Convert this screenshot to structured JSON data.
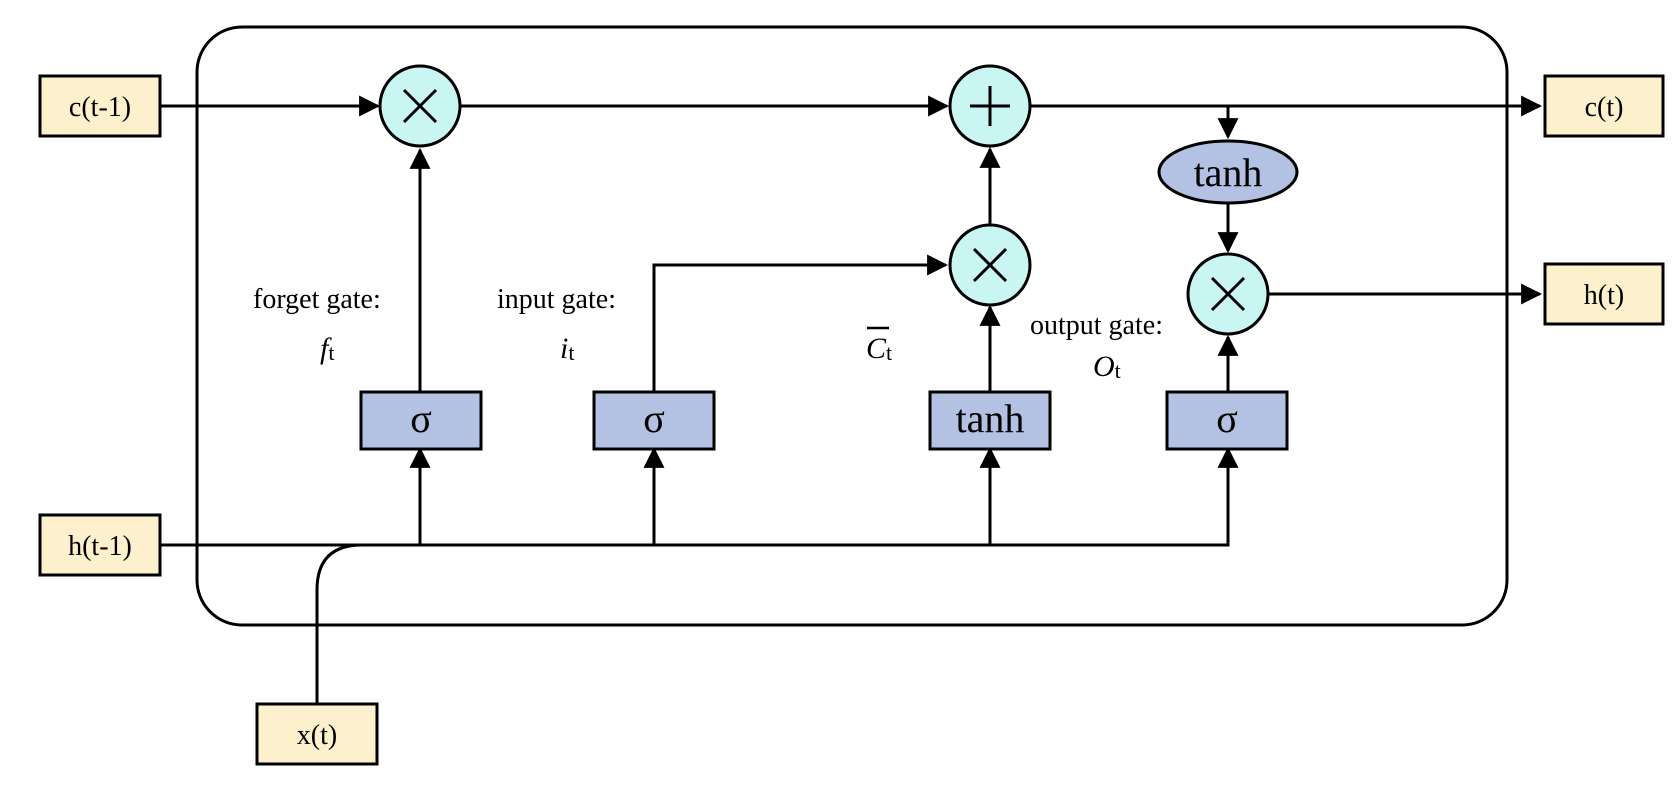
{
  "inputs": {
    "c_prev": "c(t-1)",
    "h_prev": "h(t-1)",
    "x": "x(t)"
  },
  "outputs": {
    "c": "c(t)",
    "h": "h(t)"
  },
  "gates": {
    "forget": {
      "caption": "forget gate:",
      "symbol": "f",
      "subscript": "t",
      "activation": "σ"
    },
    "input": {
      "caption": "input gate:",
      "symbol": "i",
      "subscript": "t",
      "activation": "σ"
    },
    "candidate": {
      "symbol": "C",
      "subscript": "t",
      "activation": "tanh"
    },
    "output": {
      "caption": "output gate:",
      "symbol": "O",
      "subscript": "t",
      "activation": "σ"
    }
  },
  "cell_activation": "tanh",
  "operators": {
    "multiply_icon": "multiply-icon",
    "add_icon": "plus-icon"
  },
  "colors": {
    "io_fill": "#fdf0cc",
    "gate_fill": "#b3c2e3",
    "operator_fill": "#c9f5f3"
  }
}
